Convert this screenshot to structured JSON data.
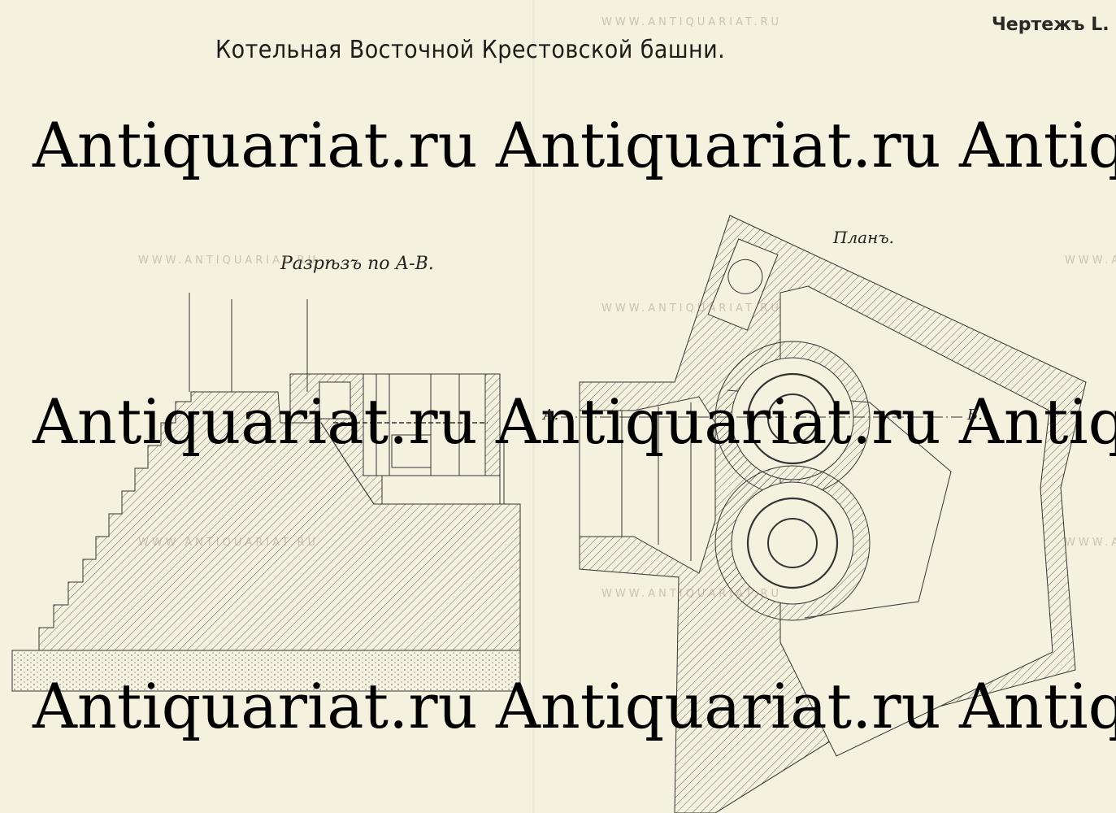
{
  "title": "Котельная Восточной Крестовской башни.",
  "sheet_label": "Чертежъ L.",
  "section": {
    "label": "Разрѣзъ по А-В."
  },
  "plan": {
    "label": "Планъ.",
    "point_a": "А.",
    "point_b": "В."
  },
  "watermarks": {
    "url": "WWW.ANTIQUARIAT.RU",
    "logo": "Antiquariat.ru"
  }
}
